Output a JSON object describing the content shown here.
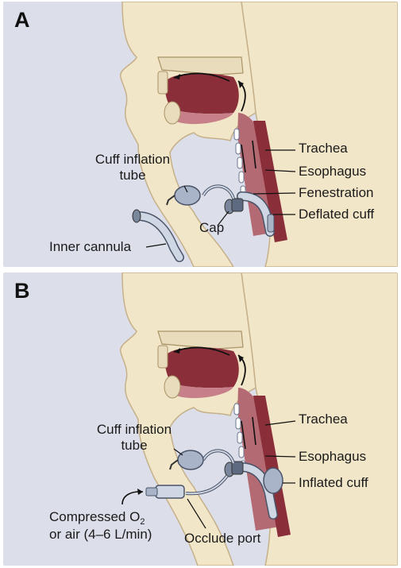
{
  "colors": {
    "panel_bg": "#dcdfe9",
    "skin": "#f2e6c8",
    "skin_dark": "#d8c49a",
    "tissue_red": "#8a2e3a",
    "tissue_light": "#c7808a",
    "tube": "#cfd6e4",
    "tube_edge": "#4a5468",
    "bone": "#e8dcbc"
  },
  "panel_a": {
    "letter": "A",
    "labels": {
      "cuff_line1": "Cuff inflation",
      "cuff_line2": "tube",
      "cap": "Cap",
      "inner_cannula": "Inner cannula",
      "trachea": "Trachea",
      "esophagus": "Esophagus",
      "fenestration": "Fenestration",
      "deflated_cuff": "Deflated cuff"
    }
  },
  "panel_b": {
    "letter": "B",
    "labels": {
      "cuff_line1": "Cuff inflation",
      "cuff_line2": "tube",
      "trachea": "Trachea",
      "esophagus": "Esophagus",
      "inflated_cuff": "Inflated cuff",
      "compressed_line1_main": "Compressed O",
      "compressed_line1_sub": "2",
      "compressed_line2": "or air (4–6 L/min)",
      "occlude_port": "Occlude port"
    }
  }
}
